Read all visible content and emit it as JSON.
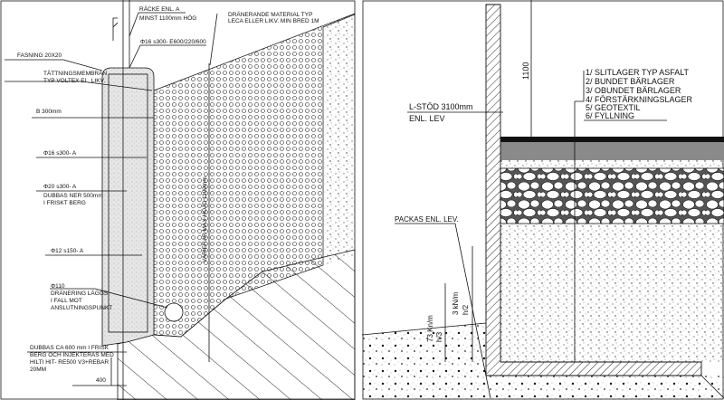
{
  "left_detail": {
    "labels": {
      "railing": "RÄCKE ENL. A",
      "railing_height": "MINST 1100mm HÖG",
      "drain_material": "DRÄNERANDE MATERIAL TYP",
      "drain_material_2": "LECA ELLER LIKV. MIN BRED 1M",
      "rebar_top": "Φ16 s300- E600/220/600",
      "chamfer": "FASNING 20X20",
      "membrane": "TÄTTNINGSMEMBRAN",
      "membrane_2": "TYP VOLTEX EL. LIKV.",
      "thickness": "B 300mm",
      "rebar_1": "Φ16 s300- A",
      "rebar_2": "Φ20 s300- A",
      "dowel": "DUBBAS NER 500mm",
      "dowel_2": "I FRISKT BERG",
      "rebar_3": "Φ12 s150- A",
      "pipe": "Φ110",
      "pipe_2": "DRÄNERING LÄGGS",
      "pipe_3": "I FALL MOT",
      "pipe_4": "ANSLUTNINGSPUNKT",
      "anchor": "DUBBAS CA 600 mm I FRISK",
      "anchor_2": "BERG OCH INJEKTERAS MED",
      "anchor_3": "HILTI HIT- RE500 V3+REBAR",
      "anchor_4": "20MM",
      "height_note": "VARIERAR MAX HÖJD 1100mm",
      "dim_400": "400"
    }
  },
  "right_detail": {
    "labels": {
      "l_support": "L-STÖD 3100mm",
      "l_support_2": "ENL. LEV",
      "dim_1100": "1100",
      "packing": "PACKAS ENL. LEV.",
      "load_1": "73 Kn/m",
      "load_1_pos": "h/3",
      "load_2": "3 kN/m",
      "load_2_pos": "h/2"
    },
    "layers": [
      "1/ SLITLAGER TYP ASFALT",
      "2/ BUNDET BÄRLAGER",
      "3/ OBUNDET BÄRLAGER",
      "4/ FÖRSTÄRKNINGSLAGER",
      "5/ GEOTEXTIL",
      "6/ FYLLNING"
    ]
  }
}
